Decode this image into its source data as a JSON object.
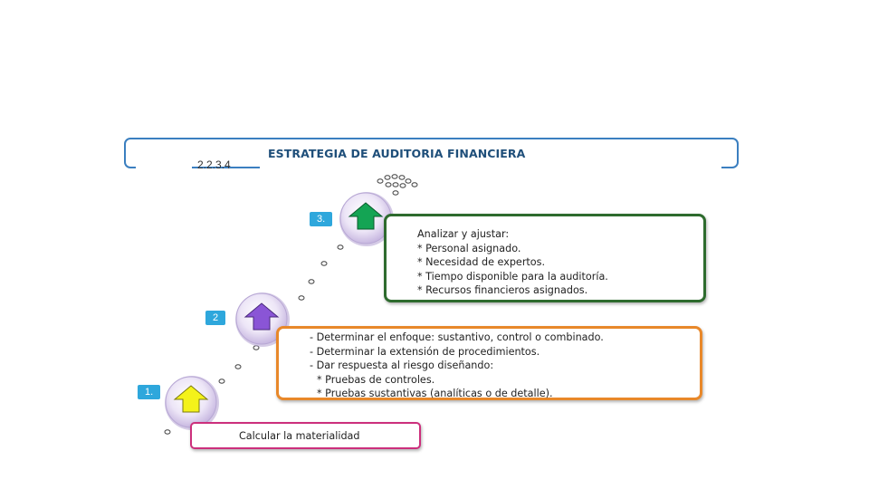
{
  "header": {
    "number": "2.2.3.4",
    "title": "ESTRATEGIA DE AUDITORIA FINANCIERA"
  },
  "steps": [
    {
      "badge": "1.",
      "arrow_color": "#f4f21a",
      "border_color": "#cc2f7c",
      "lines": [
        "Calcular la materialidad"
      ]
    },
    {
      "badge": "2",
      "arrow_color": "#8a55d6",
      "border_color": "#e8882a",
      "lines": [
        "- Determinar el enfoque: sustantivo, control o combinado.",
        "- Determinar la extensión de procedimientos.",
        "- Dar respuesta al riesgo diseñando:",
        "* Pruebas de controles.",
        "* Pruebas sustantivas (analíticas o de detalle)."
      ]
    },
    {
      "badge": "3.",
      "arrow_color": "#14a454",
      "border_color": "#2e6b2e",
      "lines": [
        "Analizar y ajustar:",
        "* Personal asignado.",
        "* Necesidad de expertos.",
        "* Tiempo disponible para la auditoría.",
        "* Recursos financieros asignados."
      ]
    }
  ],
  "icons": {
    "step_arrow": "up-arrow-icon",
    "trail": "bubble-trail-icon"
  }
}
